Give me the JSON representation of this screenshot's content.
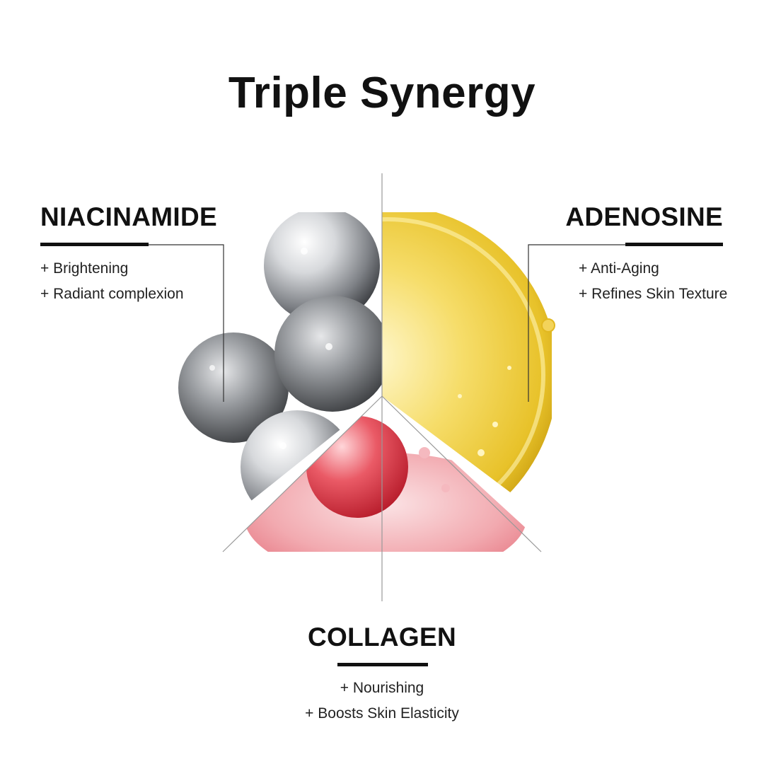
{
  "title": "Triple Synergy",
  "ingredients": {
    "niacinamide": {
      "name": "NIACINAMIDE",
      "benefits": [
        "+ Brightening",
        "+ Radiant complexion"
      ]
    },
    "adenosine": {
      "name": "ADENOSINE",
      "benefits": [
        "+ Anti-Aging",
        "+ Refines Skin Texture"
      ]
    },
    "collagen": {
      "name": "COLLAGEN",
      "benefits": [
        "+ Nourishing",
        "+ Boosts Skin Elasticity"
      ]
    }
  },
  "colors": {
    "text": "#111111",
    "silver": "#8a8d91",
    "gold": "#f2cf3e",
    "rose": "#e45a66"
  },
  "icons": [
    "silver-spheres-illustration",
    "gold-oil-drop-illustration",
    "red-collagen-drop-illustration"
  ]
}
